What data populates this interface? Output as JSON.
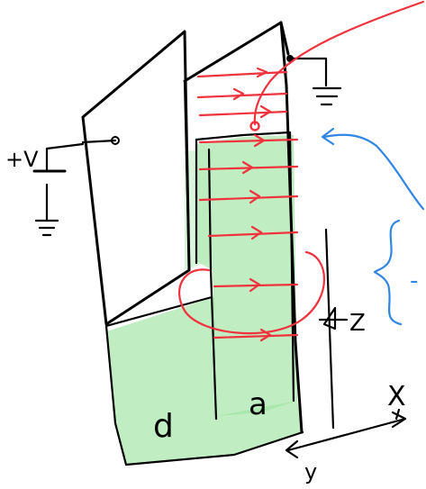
{
  "colors": {
    "ink": "#000000",
    "dielectric": "#9ee3a2",
    "field_lines": "#f0323c",
    "annotation": "#2f86e6",
    "background": "#ffffff"
  },
  "labels": {
    "voltage": "+V",
    "slab_left": "d",
    "slab_right": "a",
    "axis_z": "Z",
    "axis_x": "X",
    "axis_y": "y",
    "blue_fragment": "-"
  }
}
